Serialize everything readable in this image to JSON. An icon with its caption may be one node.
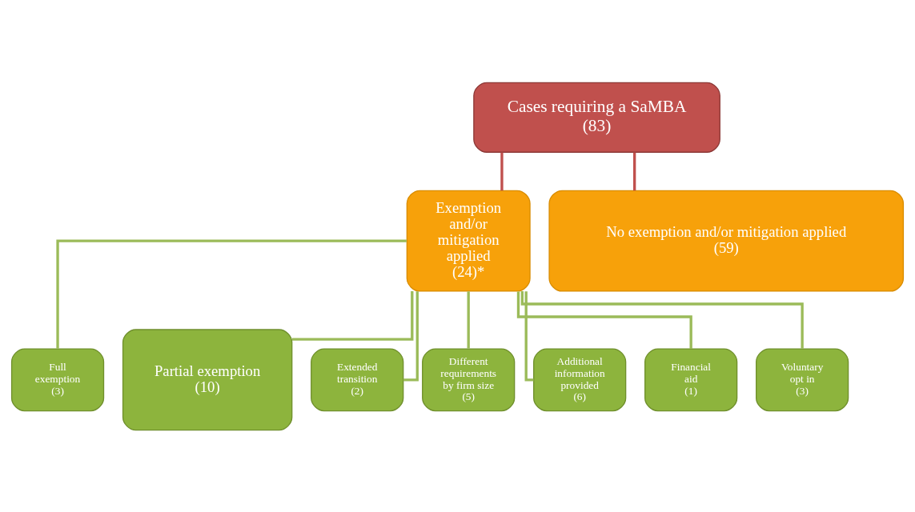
{
  "diagram": {
    "nodes": [
      {
        "text": [
          "Cases requiring a SaMBA",
          "(83)"
        ]
      },
      {
        "text": [
          "Exemption and/or mitigation applied",
          "(24)*"
        ]
      },
      {
        "text": [
          "No exemption and/or mitigation applied",
          "(59)"
        ]
      },
      {
        "text": [
          "Full exemption",
          "(3)"
        ]
      },
      {
        "text": [
          "Partial exemption",
          "(10)"
        ]
      },
      {
        "text": [
          "Extended transition",
          "(2)"
        ]
      },
      {
        "text": [
          "Different requirements by firm size",
          "(5)"
        ]
      },
      {
        "text": [
          "Additional information provided",
          "(6)"
        ]
      },
      {
        "text": [
          "Financial aid",
          "(1)"
        ]
      },
      {
        "text": [
          "Voluntary opt in",
          "(3)"
        ]
      }
    ],
    "edges": [
      {
        "from": 0,
        "to": 1,
        "arrow": "none",
        "color": "#c0504d"
      },
      {
        "from": 0,
        "to": 2,
        "arrow": "none",
        "color": "#c0504d"
      },
      {
        "from": 1,
        "to": 3,
        "arrow": "none"
      },
      {
        "from": 1,
        "to": 4,
        "arrow": "none"
      },
      {
        "from": 1,
        "to": 5,
        "arrow": "none"
      },
      {
        "from": 1,
        "to": 6,
        "arrow": "none"
      },
      {
        "from": 1,
        "to": 7,
        "arrow": "none"
      },
      {
        "from": 1,
        "to": 8,
        "arrow": "none"
      },
      {
        "from": 1,
        "to": 9,
        "arrow": "none"
      }
    ]
  }
}
